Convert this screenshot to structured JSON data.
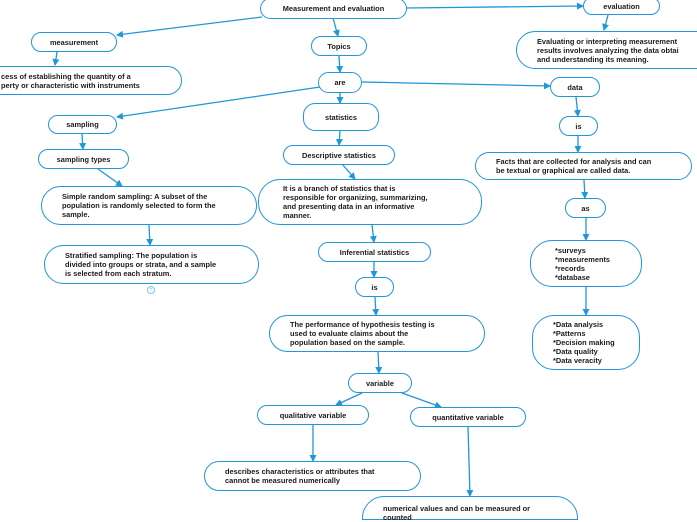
{
  "nodes": {
    "measurement_and_evaluation": "Measurement and evaluation",
    "evaluation": "evaluation",
    "measurement": "measurement",
    "topics": "Topics",
    "measurement_def": "cess of establishing the quantity of a\nperty or characteristic with instruments",
    "evaluation_def": "Evaluating or interpreting measurement\nresults involves analyzing the data obtai\nand understanding its meaning.",
    "are": "are",
    "data": "data",
    "sampling": "sampling",
    "statistics": "statistics",
    "is_data": "is",
    "sampling_types": "sampling types",
    "descriptive_statistics": "Descriptive statistics",
    "data_def": "Facts that are collected for analysis and can\nbe textual or graphical are called data.",
    "simple_random": "Simple random sampling: A subset of the\npopulation is randomly selected to form the\nsample.",
    "descriptive_def": "It is a branch of statistics that is\nresponsible for organizing, summarizing,\nand presenting data in an informative\nmanner.",
    "as": "as",
    "inferential_statistics": "Inferential statistics",
    "stratified": "Stratified sampling: The population is\ndivided into groups or strata, and a sample\nis selected from each stratum.",
    "data_sources": "*surveys\n*measurements\n*records\n*database",
    "is_inferential": "is",
    "inferential_def": "The performance of hypothesis testing is\nused to evaluate claims about the\npopulation based on the sample.",
    "data_uses": "*Data analysis\n*Patterns\n*Decision making\n*Data quality\n*Data veracity",
    "variable": "variable",
    "qualitative_variable": "qualitative variable",
    "quantitative_variable": "quantitative variable",
    "qualitative_def": "describes characteristics or attributes that\ncannot be measured numerically",
    "quantitative_def": "numerical values and can be measured or\ncounted"
  },
  "add_button_glyph": "+",
  "colors": {
    "border": "#2196d9",
    "connector": "#2196d9"
  }
}
